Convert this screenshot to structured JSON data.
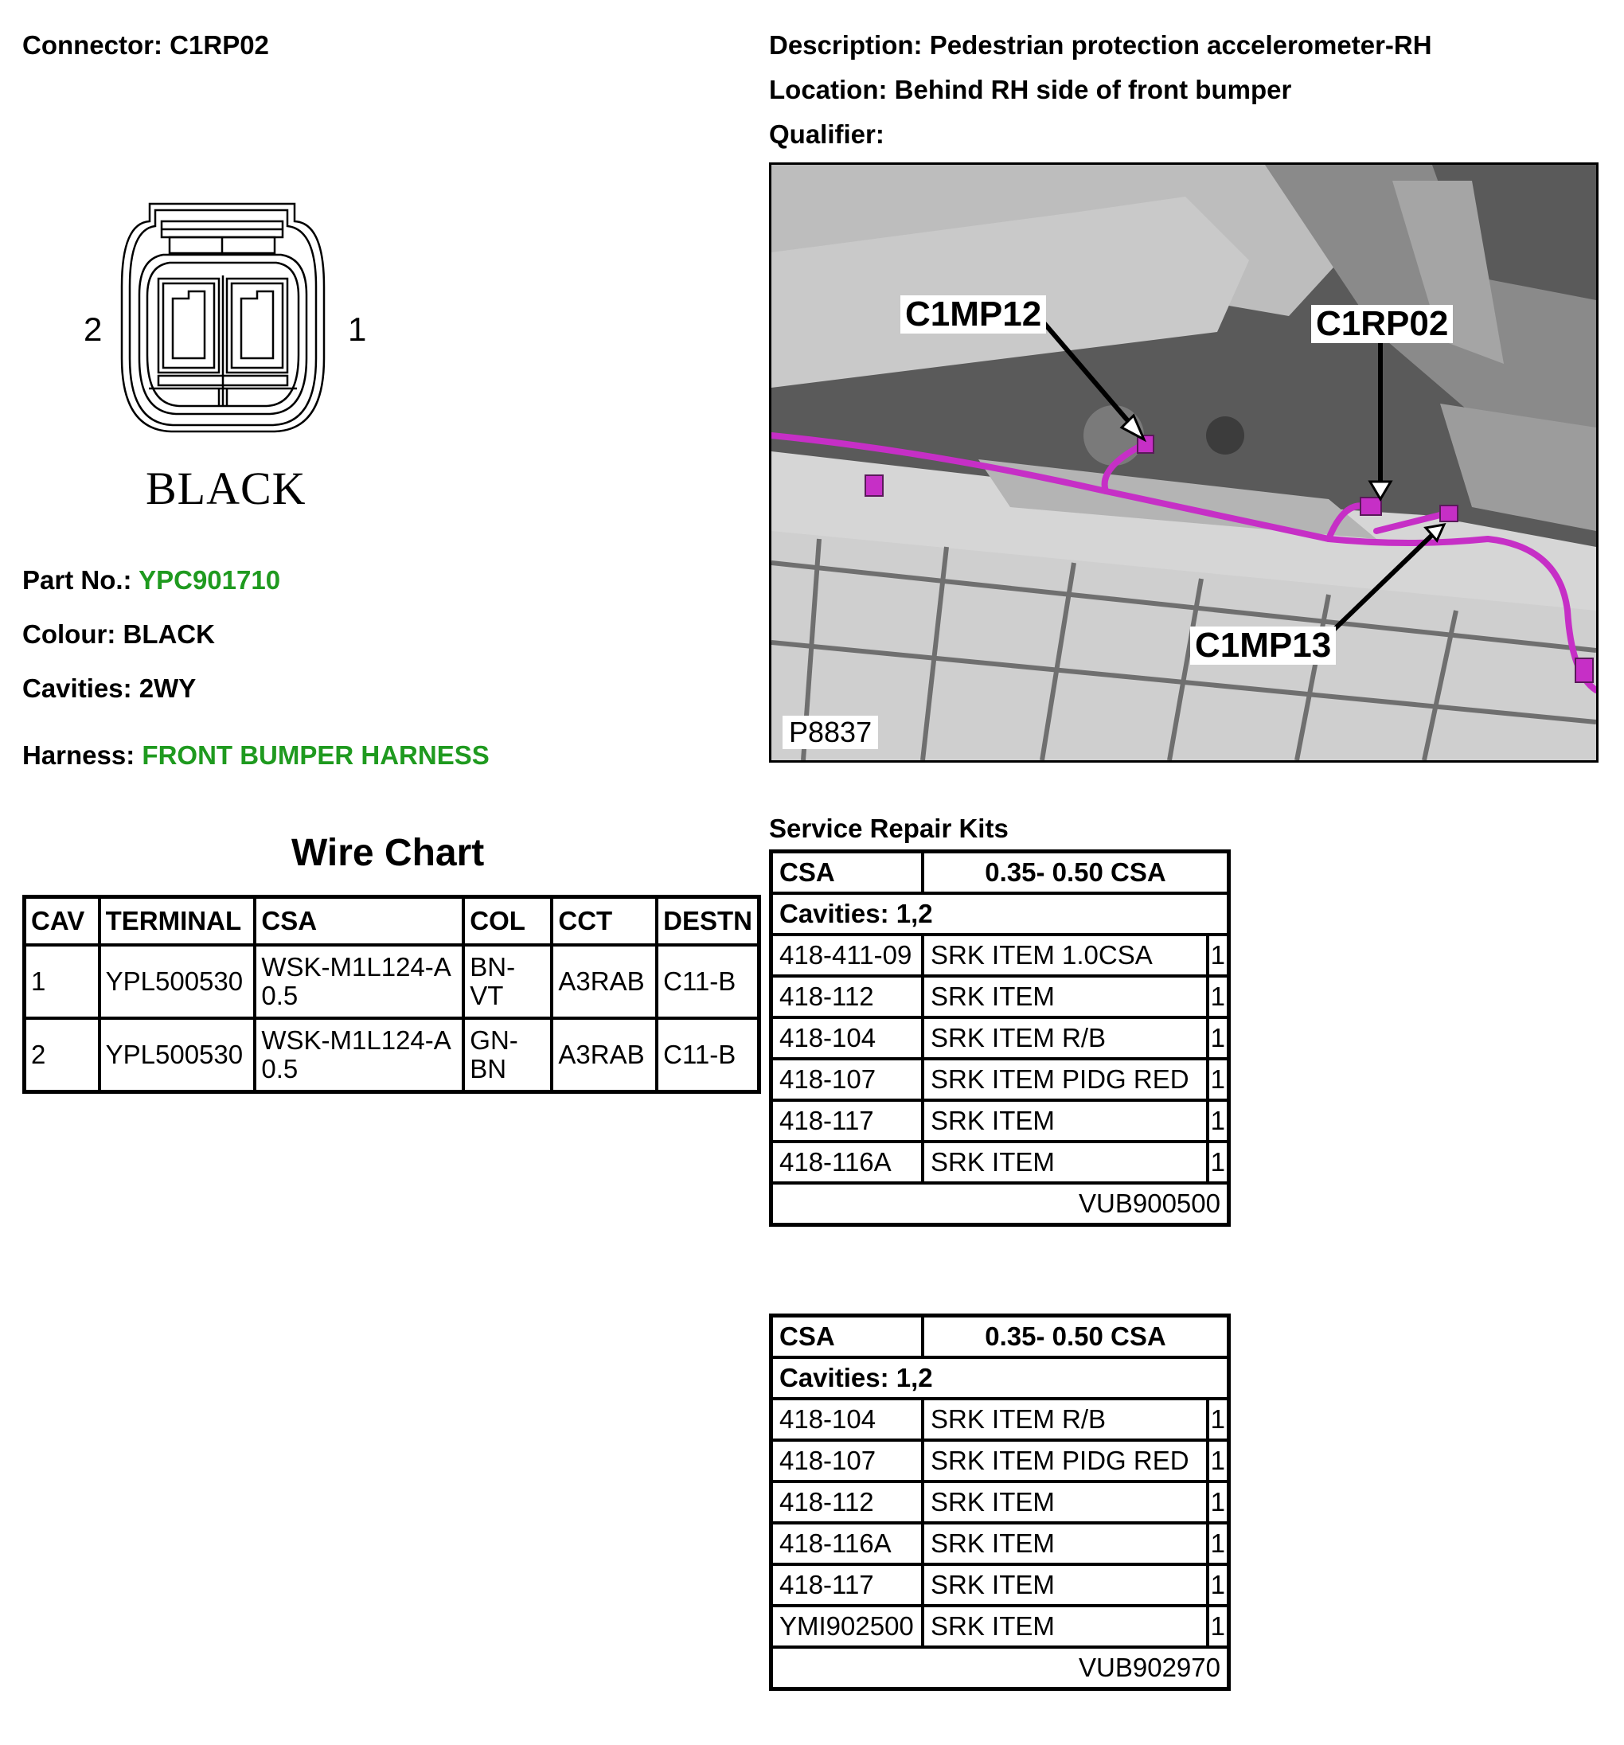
{
  "connector": {
    "label": "Connector:",
    "value": "C1RP02"
  },
  "description": {
    "label": "Description:",
    "value": "Pedestrian protection accelerometer-RH"
  },
  "location": {
    "label": "Location:",
    "value": "Behind RH side of front bumper"
  },
  "qualifier": {
    "label": "Qualifier:",
    "value": ""
  },
  "face": {
    "pin_left": "2",
    "pin_right": "1",
    "colour_text": "BLACK"
  },
  "part_no": {
    "label": "Part No.:",
    "value": "YPC901710"
  },
  "colour": {
    "label": "Colour:",
    "value": "BLACK"
  },
  "cavities": {
    "label": "Cavities:",
    "value": "2WY"
  },
  "harness": {
    "label": "Harness:",
    "value": "FRONT BUMPER HARNESS"
  },
  "photo": {
    "callouts": [
      "C1MP12",
      "C1RP02",
      "C1MP13"
    ],
    "ref": "P8837"
  },
  "wire_chart": {
    "title": "Wire Chart",
    "headers": [
      "CAV",
      "TERMINAL",
      "CSA",
      "COL",
      "CCT",
      "DESTN"
    ],
    "rows": [
      {
        "cav": "1",
        "terminal": "YPL500530",
        "csa1": "WSK-M1L124-A",
        "csa2": "0.5",
        "col1": "BN-",
        "col2": "VT",
        "cct": "A3RAB",
        "destn": "C11-B"
      },
      {
        "cav": "2",
        "terminal": "YPL500530",
        "csa1": "WSK-M1L124-A",
        "csa2": "0.5",
        "col1": "GN-",
        "col2": "BN",
        "cct": "A3RAB",
        "destn": "C11-B"
      }
    ]
  },
  "service_repair_kits": {
    "title": "Service Repair Kits",
    "kits": [
      {
        "csa_label": "CSA",
        "csa_value": "0.35- 0.50 CSA",
        "cavities": "Cavities: 1,2",
        "items": [
          {
            "code": "418-411-09",
            "desc": "SRK ITEM 1.0CSA",
            "qty": "1"
          },
          {
            "code": "418-112",
            "desc": "SRK ITEM",
            "qty": "1"
          },
          {
            "code": "418-104",
            "desc": "SRK ITEM R/B",
            "qty": "1"
          },
          {
            "code": "418-107",
            "desc": "SRK ITEM PIDG RED",
            "qty": "1"
          },
          {
            "code": "418-117",
            "desc": "SRK ITEM",
            "qty": "1"
          },
          {
            "code": "418-116A",
            "desc": "SRK ITEM",
            "qty": "1"
          }
        ],
        "kit_ref": "VUB900500"
      },
      {
        "csa_label": "CSA",
        "csa_value": "0.35- 0.50 CSA",
        "cavities": "Cavities: 1,2",
        "items": [
          {
            "code": "418-104",
            "desc": "SRK ITEM R/B",
            "qty": "1"
          },
          {
            "code": "418-107",
            "desc": "SRK ITEM PIDG RED",
            "qty": "1"
          },
          {
            "code": "418-112",
            "desc": "SRK ITEM",
            "qty": "1"
          },
          {
            "code": "418-116A",
            "desc": "SRK ITEM",
            "qty": "1"
          },
          {
            "code": "418-117",
            "desc": "SRK ITEM",
            "qty": "1"
          },
          {
            "code": "YMI902500",
            "desc": "SRK ITEM",
            "qty": "1"
          }
        ],
        "kit_ref": "VUB902970"
      }
    ]
  },
  "colors": {
    "harness_link": "#1f9a1f",
    "wire_highlight": "#c62fc6"
  }
}
